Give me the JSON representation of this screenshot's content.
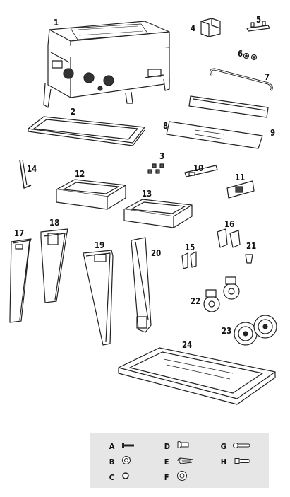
{
  "parts": {
    "p1": "1",
    "p2": "2",
    "p3": "3",
    "p4": "4",
    "p5": "5",
    "p6": "6",
    "p7": "7",
    "p8": "8",
    "p9": "9",
    "p10": "10",
    "p11": "11",
    "p12": "12",
    "p13": "13",
    "p14": "14",
    "p15": "15",
    "p16": "16",
    "p17": "17",
    "p18": "18",
    "p19": "19",
    "p20": "20",
    "p21": "21",
    "p22": "22",
    "p23": "23",
    "p24": "24"
  },
  "hardware": {
    "a": "A",
    "b": "B",
    "c": "C",
    "d": "D",
    "e": "E",
    "f": "F",
    "g": "G",
    "h": "H"
  },
  "colors": {
    "line": "#222222",
    "legend_bg": "#e6e6e6"
  },
  "icons": [
    "bolt-icon",
    "washer-icon",
    "lock-washer-icon",
    "shoulder-bolt-icon",
    "cotter-pin-icon",
    "flat-washer-icon",
    "pin-icon",
    "axle-icon"
  ]
}
